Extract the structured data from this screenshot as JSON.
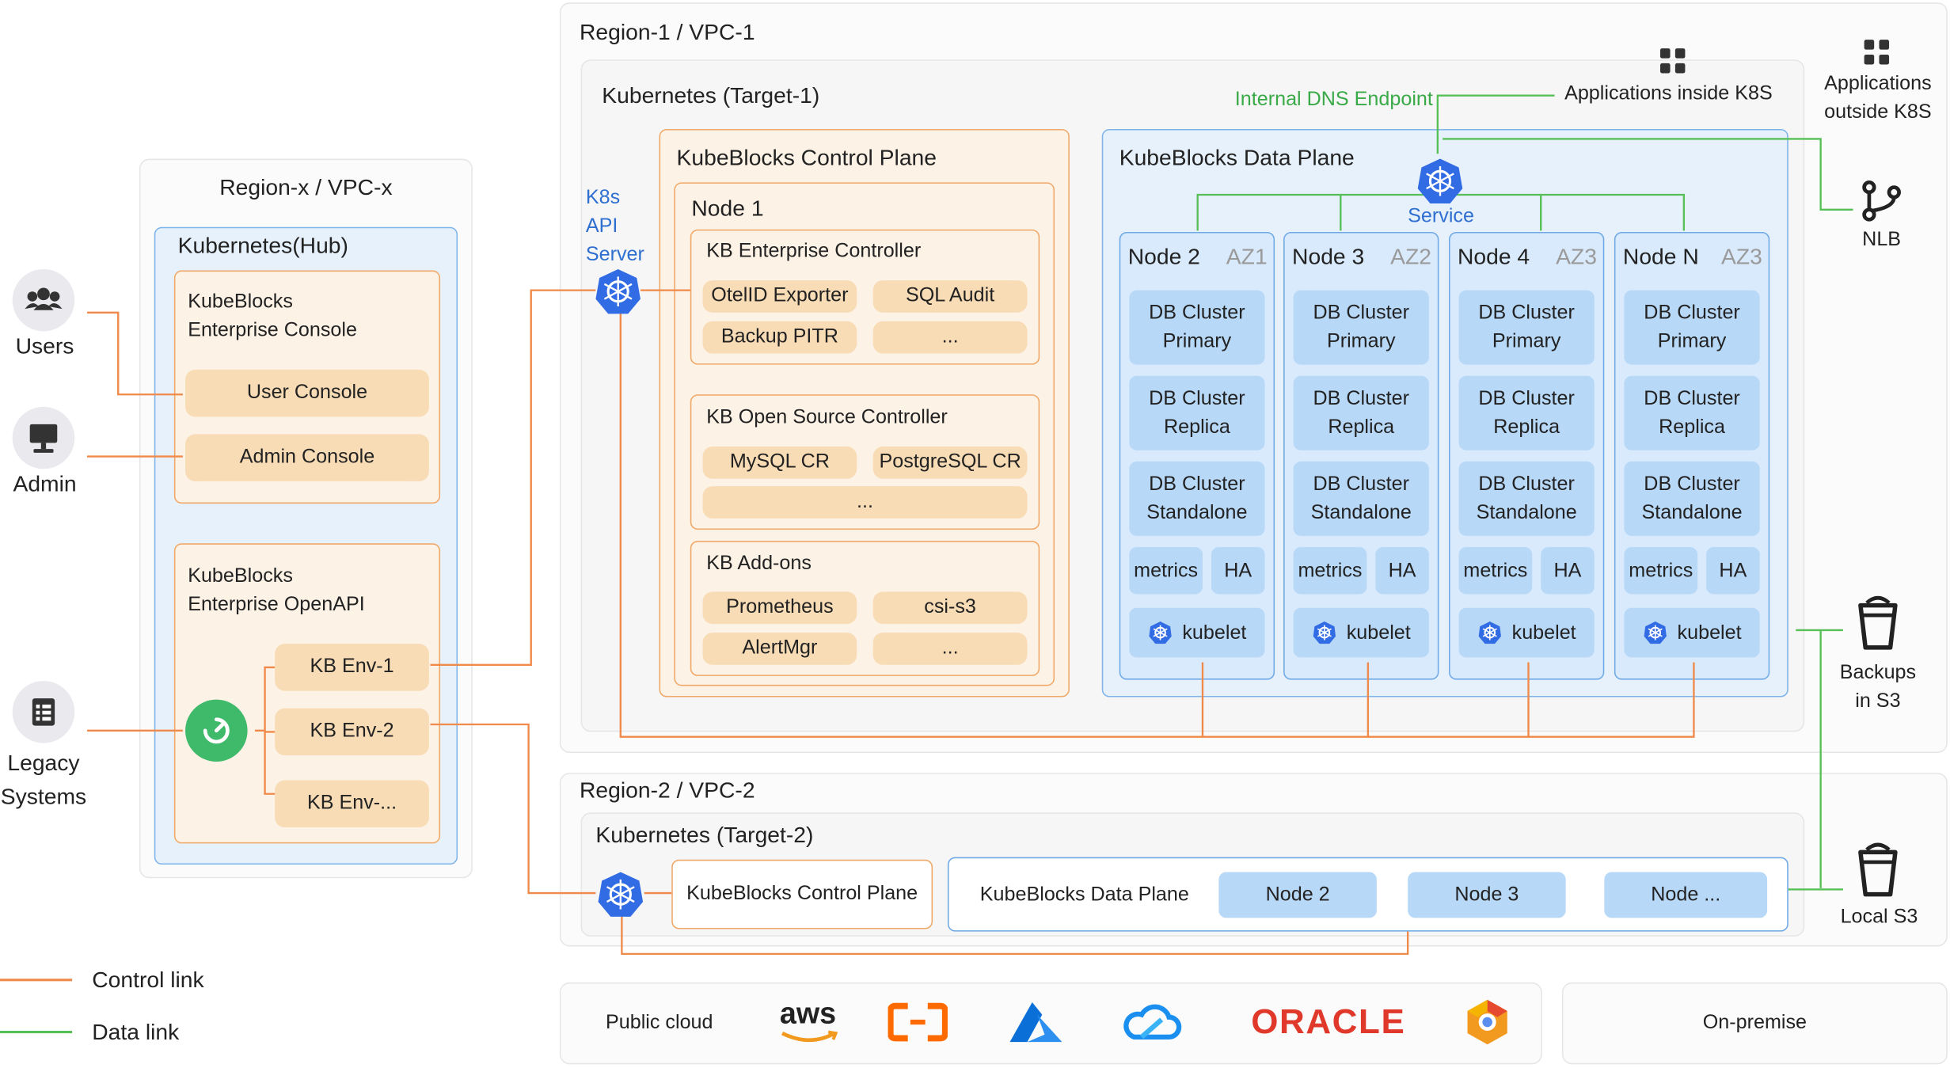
{
  "colors": {
    "control_link": "#ef8a4a",
    "data_link": "#56c057",
    "k8s_blue": "#326ce5"
  },
  "left": {
    "region_x": "Region-x / VPC-x",
    "hub": "Kubernetes(Hub)",
    "console_title": "KubeBlocks\nEnterprise Console",
    "user_console": "User Console",
    "admin_console": "Admin Console",
    "openapi_title": "KubeBlocks\nEnterprise OpenAPI",
    "envs": [
      "KB Env-1",
      "KB Env-2",
      "KB Env-..."
    ]
  },
  "actors": {
    "users": "Users",
    "admin": "Admin",
    "legacy": "Legacy\nSystems"
  },
  "region1": {
    "title": "Region-1 / VPC-1",
    "k8s": "Kubernetes (Target-1)",
    "api_server": "K8s\nAPI\nServer",
    "internal_dns": "Internal DNS Endpoint",
    "apps_inside": "Applications inside K8S",
    "apps_outside": "Applications\noutside K8S",
    "nlb": "NLB",
    "backups": "Backups\nin S3",
    "service": "Service"
  },
  "control_plane": {
    "title": "KubeBlocks Control Plane",
    "node": "Node 1",
    "enterprise": {
      "title": "KB Enterprise Controller",
      "items": [
        "OtelID Exporter",
        "SQL Audit",
        "Backup PITR",
        "..."
      ]
    },
    "open_source": {
      "title": "KB Open Source Controller",
      "items": [
        "MySQL CR",
        "PostgreSQL CR",
        "..."
      ]
    },
    "addons": {
      "title": "KB Add-ons",
      "items": [
        "Prometheus",
        "csi-s3",
        "AlertMgr",
        "..."
      ]
    }
  },
  "data_plane": {
    "title": "KubeBlocks Data Plane",
    "nodes": [
      {
        "name": "Node 2",
        "az": "AZ1"
      },
      {
        "name": "Node 3",
        "az": "AZ2"
      },
      {
        "name": "Node 4",
        "az": "AZ3"
      },
      {
        "name": "Node N",
        "az": "AZ3"
      }
    ],
    "primary": "DB Cluster\nPrimary",
    "replica": "DB Cluster\nReplica",
    "standalone": "DB Cluster\nStandalone",
    "metrics": "metrics",
    "ha": "HA",
    "kubelet": "kubelet"
  },
  "region2": {
    "title": "Region-2 / VPC-2",
    "k8s": "Kubernetes (Target-2)",
    "control_plane": "KubeBlocks Control Plane",
    "data_plane": "KubeBlocks Data Plane",
    "nodes": [
      "Node 2",
      "Node 3",
      "Node ..."
    ],
    "local_s3": "Local S3"
  },
  "legend": {
    "control": "Control link",
    "data": "Data link"
  },
  "bottom": {
    "public_cloud": "Public cloud",
    "aws": "aws",
    "oracle": "ORACLE",
    "on_premise": "On-premise"
  }
}
